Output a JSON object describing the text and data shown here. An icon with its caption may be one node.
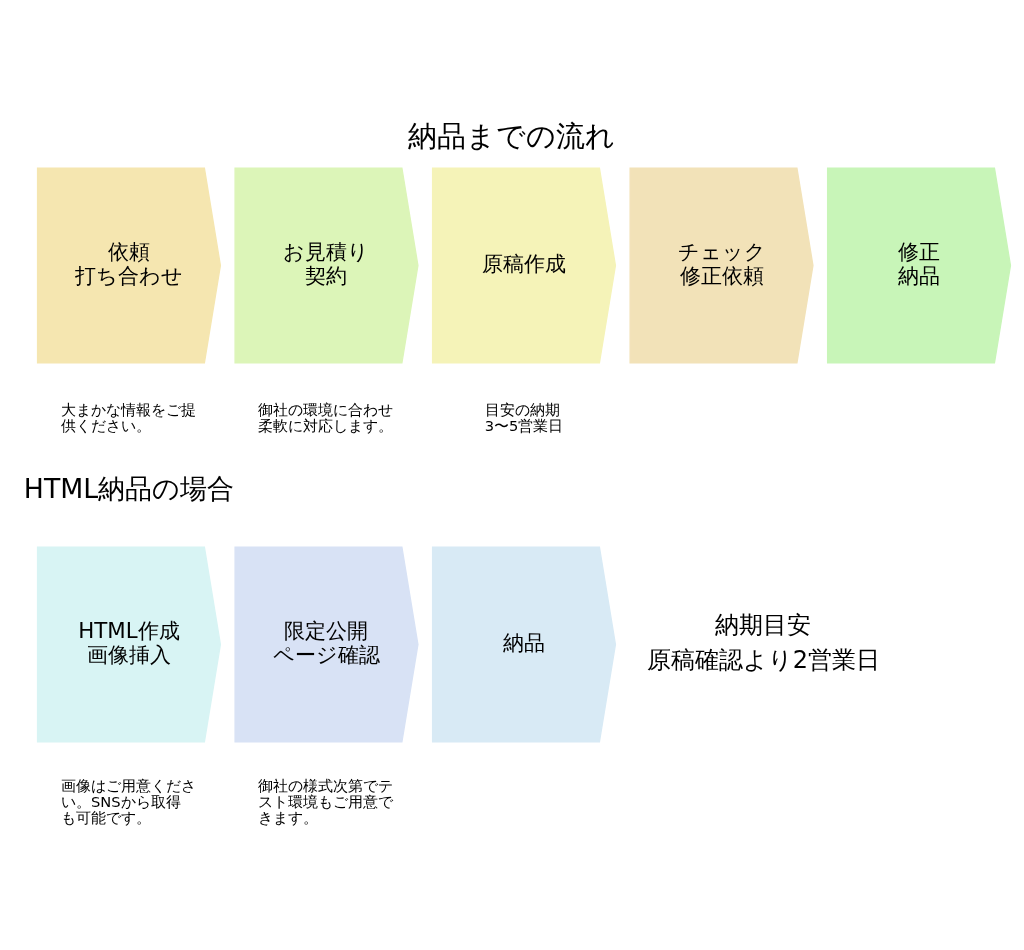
{
  "diagram": {
    "title": "納品までの流れ",
    "nodes": [
      {
        "text": [
          "依頼",
          "打ち合わせ"
        ],
        "beside": [
          "大まかな情報をご提供ください。"
        ]
      },
      {
        "text": [
          "お見積り",
          "契約"
        ],
        "beside": [
          "御社の環境に合わせ柔軟に対応します。"
        ]
      },
      {
        "text": [
          "原稿作成"
        ],
        "beside": [
          "目安の納期",
          "3〜5営業日"
        ]
      },
      {
        "text": [
          "チェック",
          "修正依頼"
        ]
      },
      {
        "text": [
          "修正",
          "納品"
        ]
      },
      {
        "text": [
          "HTML作成",
          "画像挿入"
        ],
        "beside": [
          "画像はご用意ください。SNSから取得も可能です。"
        ]
      },
      {
        "text": [
          "限定公開",
          "ページ確認"
        ],
        "beside": [
          "御社の様式次第でテスト環境もご用意できます。"
        ]
      },
      {
        "text": [
          "納品"
        ]
      }
    ],
    "edges": [],
    "labels": [
      "HTML納品の場合",
      "納期目安",
      "原稿確認より2営業日"
    ]
  }
}
